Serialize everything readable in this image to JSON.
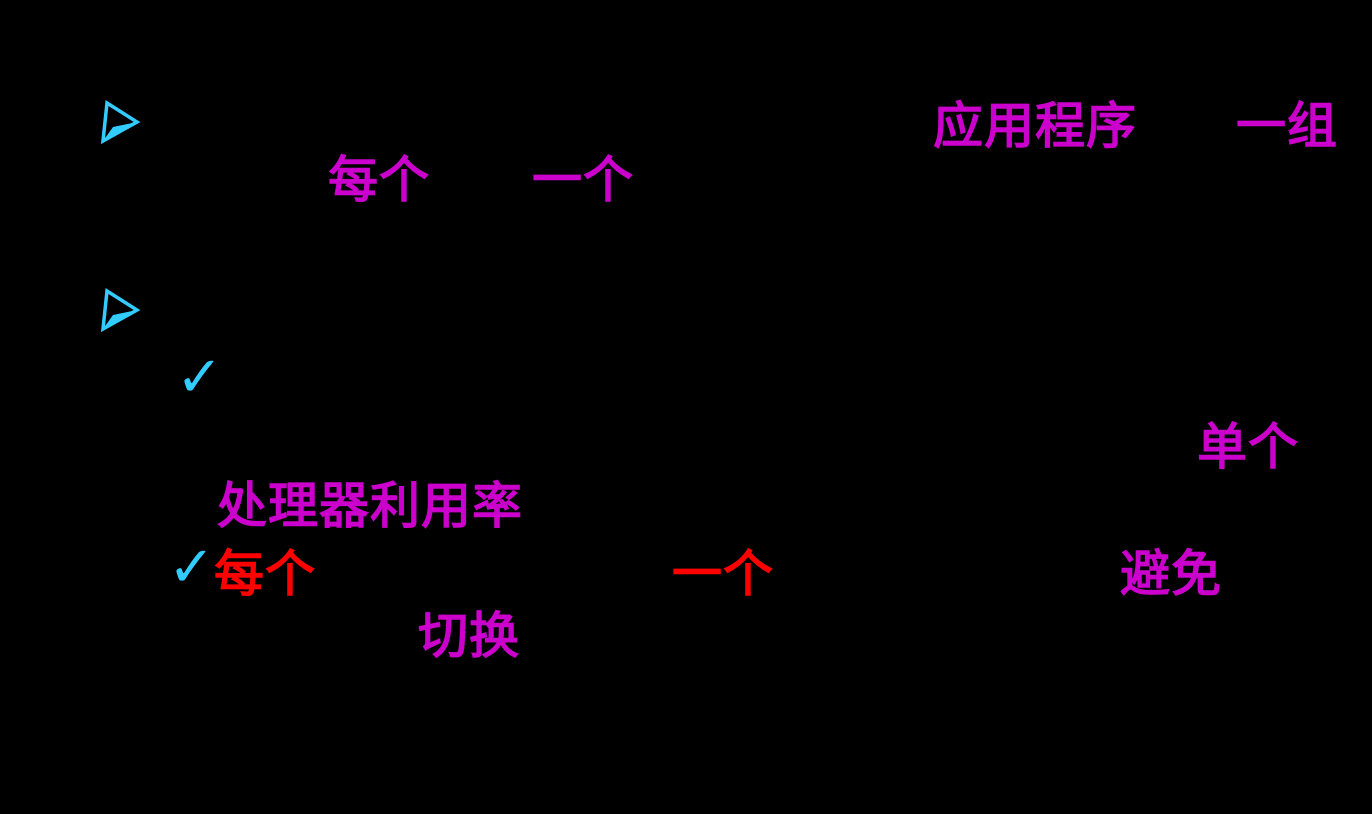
{
  "slide": {
    "background_color": "#000000",
    "colors": {
      "bullet_cyan": "#33CCFF",
      "text_magenta": "#CC00CC",
      "text_red": "#FF0000"
    },
    "glyphs": {
      "arrow_bullet": "arrowhead-right",
      "check_bullet": "✓"
    },
    "fragments": {
      "application_program": "应用程序",
      "one_group": "一组",
      "each_top": "每个",
      "one_top": "一个",
      "single": "单个",
      "processor_utilization": "处理器利用率",
      "each_red": "每个",
      "one_red": "一个",
      "avoid": "避免",
      "switch": "切换"
    }
  }
}
